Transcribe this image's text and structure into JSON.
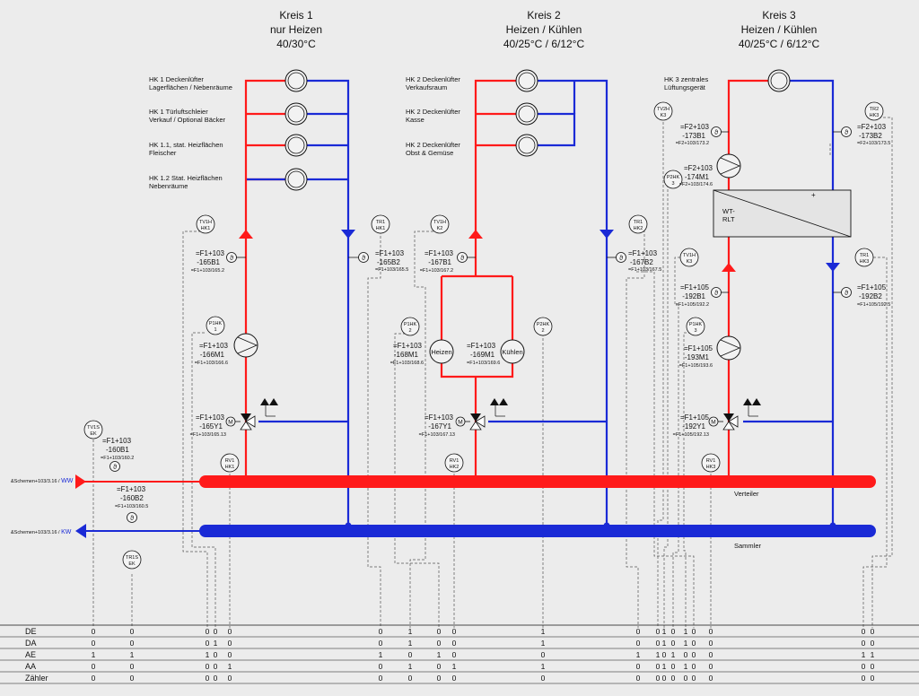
{
  "colors": {
    "supply": "#ff1a1a",
    "return": "#1a2ad6",
    "ink": "#111111",
    "bg": "#ececec",
    "dash": "#555555",
    "box": "#e4e4e4"
  },
  "circuits": {
    "k1": {
      "title": "Kreis 1",
      "mode": "nur Heizen",
      "temp": "40/30°C"
    },
    "k2": {
      "title": "Kreis 2",
      "mode": "Heizen / Kühlen",
      "temp": "40/25°C / 6/12°C"
    },
    "k3": {
      "title": "Kreis 3",
      "mode": "Heizen / Kühlen",
      "temp": "40/25°C / 6/12°C"
    }
  },
  "consumers": {
    "k1": [
      {
        "line1": "HK 1 Deckenlüfter",
        "line2": "Lagerflächen / Nebenräume"
      },
      {
        "line1": "HK 1 Türluftschleier",
        "line2": "Verkauf / Optional Bäcker"
      },
      {
        "line1": "HK 1.1, stat. Heizflächen",
        "line2": "Fleischer"
      },
      {
        "line1": "HK 1.2 Stat. Heizflächen",
        "line2": "Nebenräume"
      }
    ],
    "k2": [
      {
        "line1": "HK 2 Deckenlüfter",
        "line2": "Verkaufsraum"
      },
      {
        "line1": "HK 2 Deckenlüfter",
        "line2": "Kasse"
      },
      {
        "line1": "HK 2 Deckenlüfter",
        "line2": "Obst & Gemüse"
      }
    ],
    "k3": [
      {
        "line1": "HK 3 zentrales",
        "line2": "Lüftungsgerät"
      }
    ]
  },
  "devices": {
    "k1_sensor_supply": {
      "l1": "=F1+103",
      "l2": "-165B1",
      "ref": "=F1+103/165.2"
    },
    "k1_sensor_return": {
      "l1": "=F1+103",
      "l2": "-165B2",
      "ref": "=F1+103/165.5"
    },
    "k1_pump": {
      "l1": "=F1+103",
      "l2": "-166M1",
      "ref": "=F1+103/166.6"
    },
    "k1_valve": {
      "l1": "=F1+103",
      "l2": "-165Y1",
      "ref": "=F1+103/165.13"
    },
    "k2_sensor_supply": {
      "l1": "=F1+103",
      "l2": "-167B1",
      "ref": "=F1+103/167.2"
    },
    "k2_sensor_return": {
      "l1": "=F1+103",
      "l2": "-167B2",
      "ref": "=F1+103/167.5"
    },
    "k2_pump_h": {
      "l1": "=F1+103",
      "l2": "-168M1",
      "ref": "=F1+103/168.6"
    },
    "k2_pump_c": {
      "l1": "=F1+103",
      "l2": "-169M1",
      "ref": "=F1+103/169.6"
    },
    "k2_valve": {
      "l1": "=F1+103",
      "l2": "-167Y1",
      "ref": "=F1+103/167.13"
    },
    "k3_sensor_top_supply": {
      "l1": "=F2+103",
      "l2": "-173B1",
      "ref": "=F2+103/173.2"
    },
    "k3_sensor_top_return": {
      "l1": "=F2+103",
      "l2": "-173B2",
      "ref": "=F2+103/173.5"
    },
    "k3_pump_top": {
      "l1": "=F2+103",
      "l2": "-174M1",
      "ref": "=F2+103/174.6"
    },
    "k3_sensor_supply": {
      "l1": "=F1+105",
      "l2": "-192B1",
      "ref": "=F1+105/192.2"
    },
    "k3_sensor_return": {
      "l1": "=F1+105",
      "l2": "-192B2",
      "ref": "=F1+105/192.5"
    },
    "k3_pump": {
      "l1": "=F1+105",
      "l2": "-193M1",
      "ref": "=F1+105/193.6"
    },
    "k3_valve": {
      "l1": "=F1+105",
      "l2": "-192Y1",
      "ref": "=F1+105/192.13"
    },
    "main_sensor_ww": {
      "l1": "=F1+103",
      "l2": "-160B1",
      "ref": "=F1+103/160.2"
    },
    "main_sensor_kw": {
      "l1": "=F1+103",
      "l2": "-160B2",
      "ref": "=F1+103/160.5"
    }
  },
  "pump_labels": {
    "heizen": "Heizen",
    "kuehlen": "Kühlen"
  },
  "heat_exchanger": {
    "l1": "WT-",
    "l2": "RLT",
    "plus": "+"
  },
  "tags": {
    "tv1h_hk1": [
      "TV1H",
      "HK1"
    ],
    "tr1_hk1": [
      "TR1",
      "HK1"
    ],
    "p1hk_1": [
      "P1HK",
      "1"
    ],
    "rv1_hk1": [
      "RV1",
      "HK1"
    ],
    "tv1h_k2": [
      "TV1H",
      "K2"
    ],
    "tr1_hk2": [
      "TR1",
      "HK2"
    ],
    "p1hk_2": [
      "P1HK",
      "2"
    ],
    "p2hk_2": [
      "P2HK",
      "2"
    ],
    "rv1_hk2": [
      "RV1",
      "HK2"
    ],
    "tv2h_k3": [
      "TV2H",
      "K3"
    ],
    "tr2_hk3": [
      "TR2",
      "HK3"
    ],
    "p2hk_3": [
      "P2HK",
      "3"
    ],
    "tv1h_k3": [
      "TV1H",
      "K3"
    ],
    "tr1_hk3": [
      "TR1",
      "HK3"
    ],
    "p1hk_3": [
      "P1HK",
      "3"
    ],
    "rv1_hk3": [
      "RV1",
      "HK3"
    ],
    "tv1s_ek": [
      "TV1S",
      "EK"
    ],
    "tr1s_ek": [
      "TR1S",
      "EK"
    ]
  },
  "symbols": {
    "temp": "ϑ",
    "motor": "M"
  },
  "headers": {
    "ww_ref": "&Schemen+103/3.16 /",
    "ww_code": "WW",
    "kw_ref": "&Schemen+103/3.16 /",
    "kw_code": "KW",
    "verteiler": "Verteiler",
    "sammler": "Sammler"
  },
  "table": {
    "rows": [
      "DE",
      "DA",
      "AE",
      "AA",
      "Zähler"
    ],
    "columns": [
      {
        "values": [
          "0",
          "0",
          "1",
          "0",
          "0"
        ]
      },
      {
        "values": [
          "0",
          "0",
          "1",
          "0",
          "0"
        ]
      },
      {
        "values": [
          "0",
          "0",
          "1",
          "0",
          "0"
        ]
      },
      {
        "values": [
          "0",
          "1",
          "0",
          "0",
          "0"
        ]
      },
      {
        "values": [
          "0",
          "0",
          "0",
          "1",
          "0"
        ]
      },
      {
        "values": [
          "0",
          "0",
          "1",
          "0",
          "0"
        ]
      },
      {
        "values": [
          "1",
          "1",
          "0",
          "1",
          "0"
        ]
      },
      {
        "values": [
          "0",
          "0",
          "1",
          "0",
          "0"
        ]
      },
      {
        "values": [
          "0",
          "0",
          "0",
          "1",
          "0"
        ]
      },
      {
        "values": [
          "1",
          "1",
          "0",
          "1",
          "0"
        ]
      },
      {
        "values": [
          "0",
          "0",
          "1",
          "0",
          "0"
        ]
      },
      {
        "values": [
          "0",
          "0",
          "1",
          "0",
          "0"
        ]
      },
      {
        "values": [
          "1",
          "1",
          "0",
          "1",
          "0"
        ]
      },
      {
        "values": [
          "0",
          "0",
          "1",
          "0",
          "0"
        ]
      },
      {
        "values": [
          "1",
          "1",
          "0",
          "1",
          "0"
        ]
      },
      {
        "values": [
          "0",
          "0",
          "0",
          "0",
          "0"
        ]
      },
      {
        "values": [
          "0",
          "0",
          "0",
          "0",
          "0"
        ]
      },
      {
        "values": [
          "0",
          "0",
          "1",
          "0",
          "0"
        ]
      },
      {
        "values": [
          "0",
          "0",
          "1",
          "0",
          "0"
        ]
      }
    ]
  }
}
